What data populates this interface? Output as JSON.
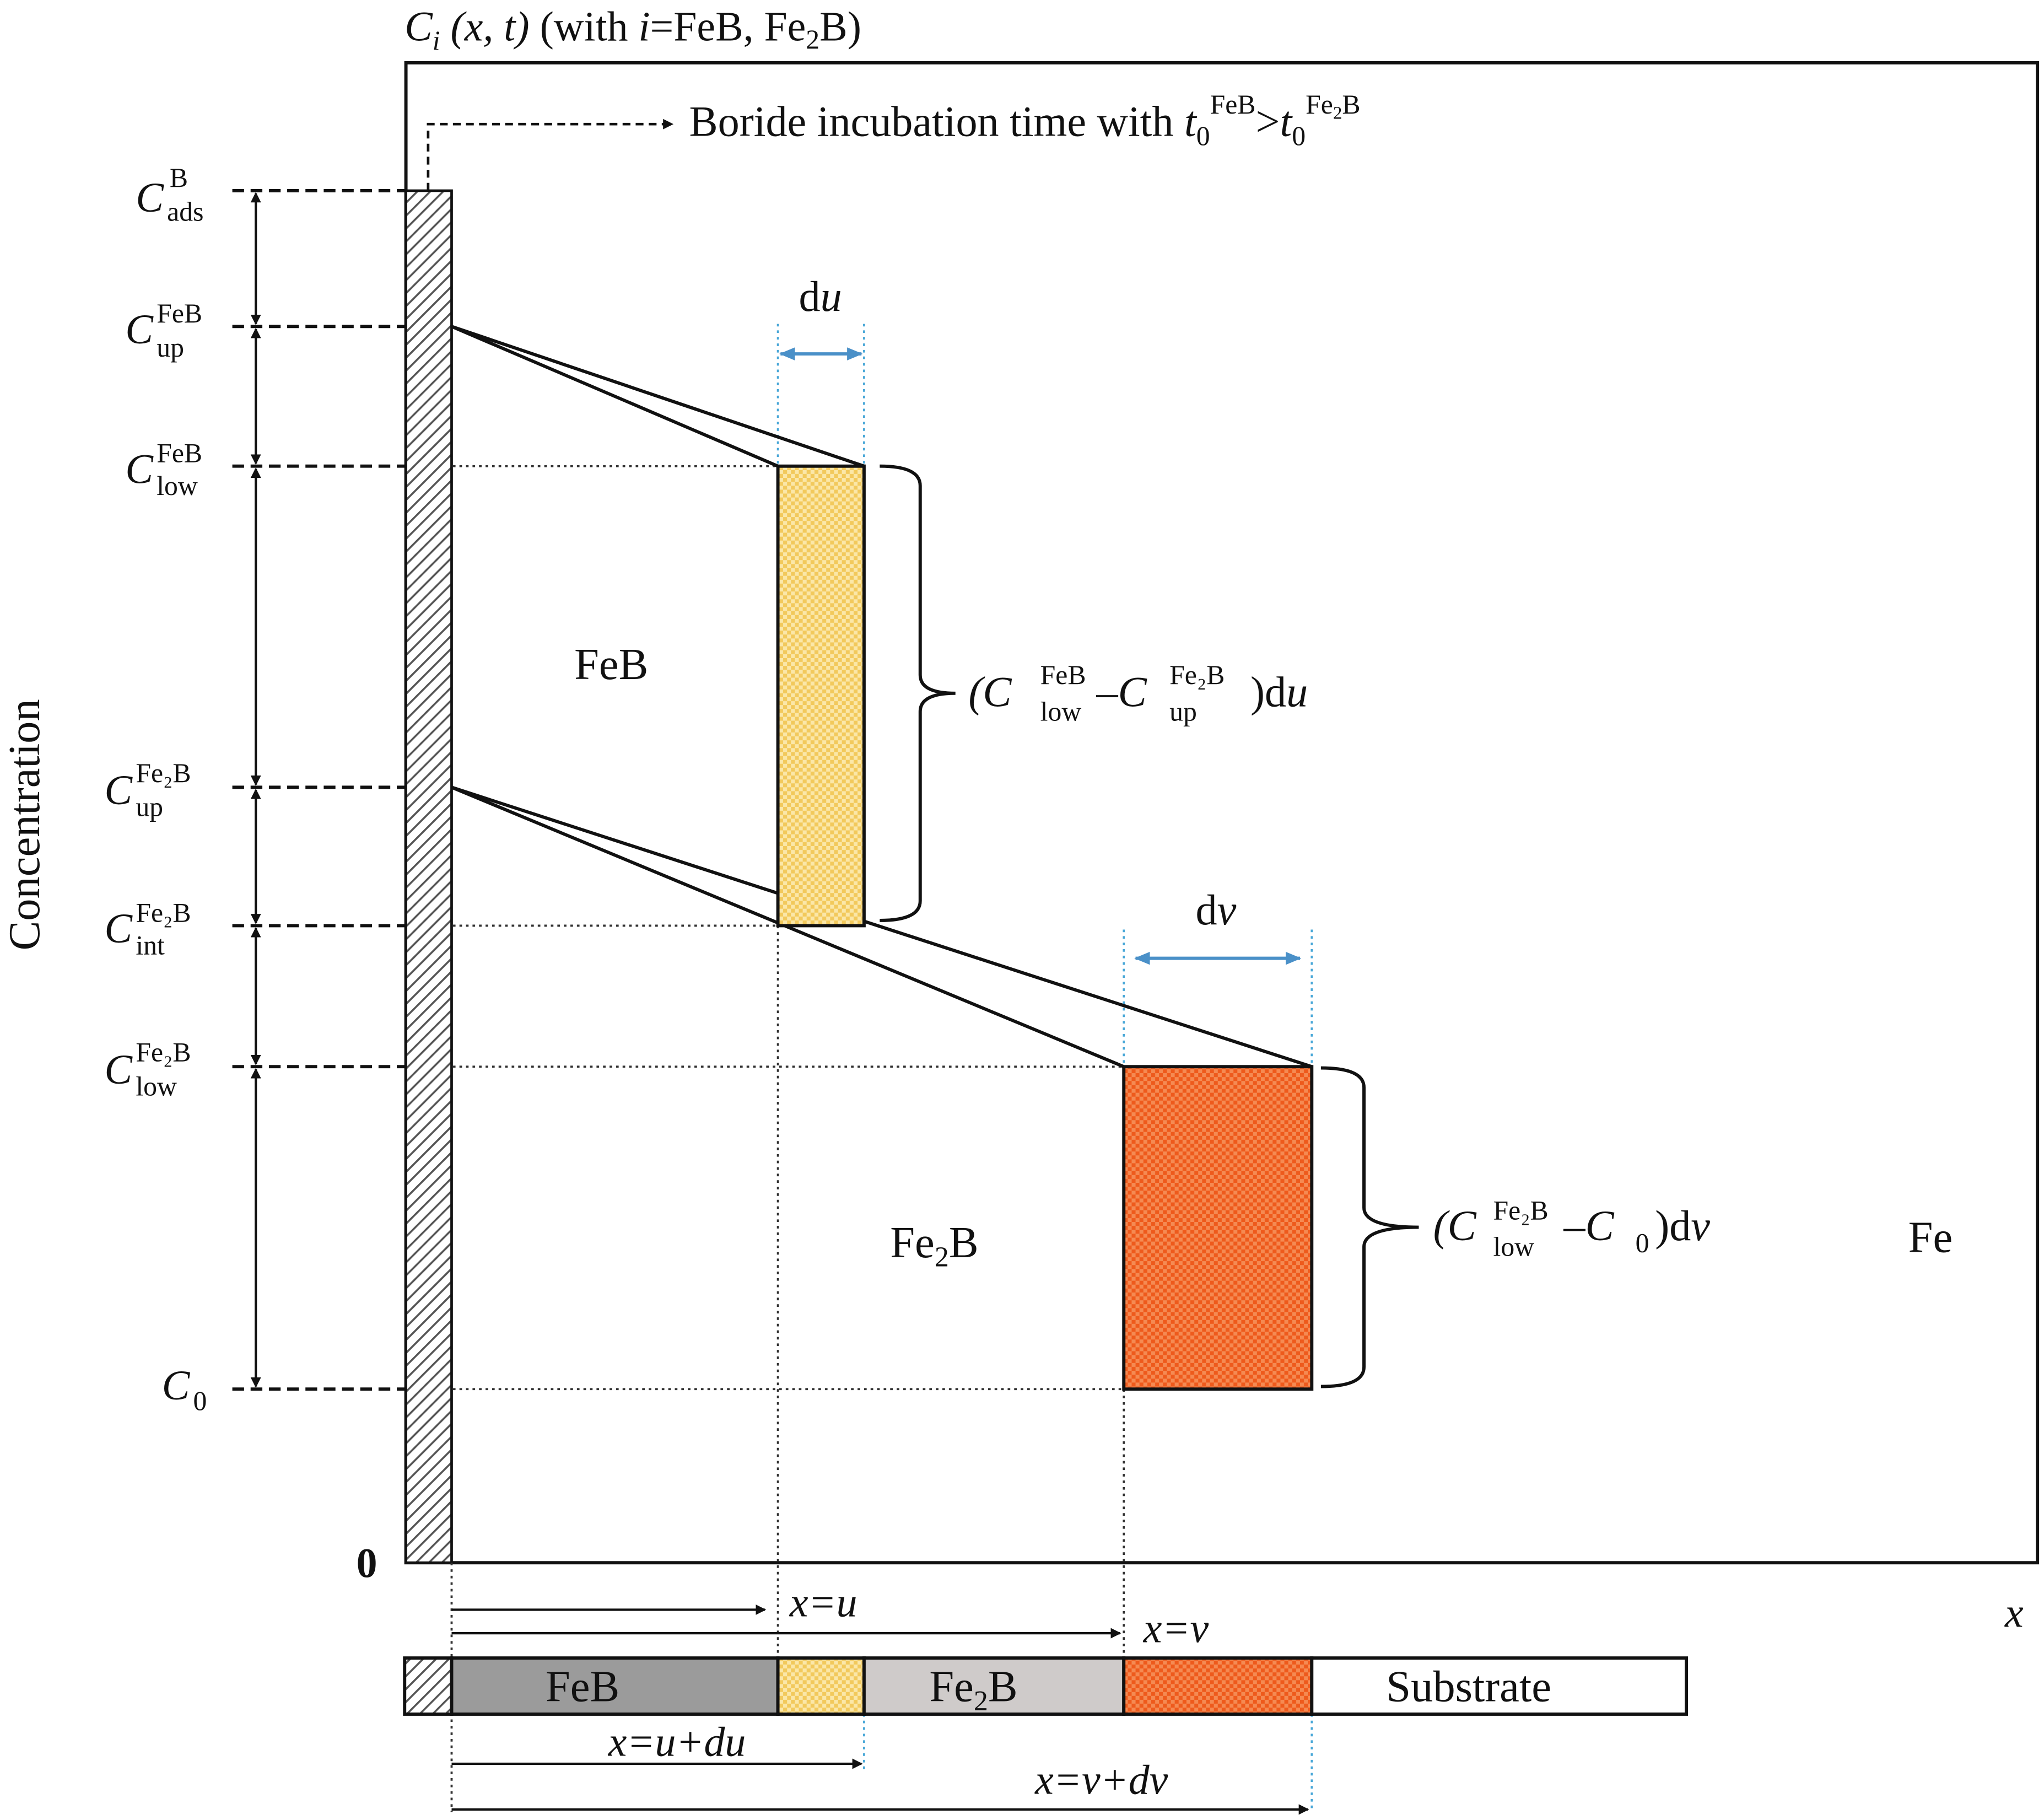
{
  "header": {
    "c": "C",
    "i": "i",
    "args": "(x, t)",
    "with": "(with ",
    "i2": "i",
    "eq": "=FeB, Fe",
    "two": "2",
    "tail": "B)"
  },
  "incubation": {
    "text": "Boride incubation time with ",
    "t": "t",
    "zero": "0",
    "sup1": "FeB",
    "gt": ">",
    "sup2": "Fe",
    "sup2_two": "2",
    "sup2_tail": "B"
  },
  "y_axis": {
    "label": "Concentration",
    "zero": "0"
  },
  "x_axis": {
    "label": "x"
  },
  "levels": [
    {
      "id": "ads",
      "main": "C",
      "sub": "ads",
      "sup": "B"
    },
    {
      "id": "up-feb",
      "main": "C",
      "sub": "up",
      "sup": "FeB"
    },
    {
      "id": "low-feb",
      "main": "C",
      "sub": "low",
      "sup": "FeB"
    },
    {
      "id": "up-fe2b",
      "main": "C",
      "sub": "up",
      "sup": "Fe₂B"
    },
    {
      "id": "int-fe2b",
      "main": "C",
      "sub": "int",
      "sup": "Fe₂B"
    },
    {
      "id": "low-fe2b",
      "main": "C",
      "sub": "low",
      "sup": "Fe₂B"
    },
    {
      "id": "c0",
      "main": "C",
      "sub": "0",
      "sup": ""
    }
  ],
  "regions": {
    "feb": "FeB",
    "fe2b_main": "Fe",
    "fe2b_sub": "2",
    "fe2b_tail": "B",
    "fe": "Fe"
  },
  "increments": {
    "du_d": "d",
    "du_u": "u",
    "dv_d": "d",
    "dv_v": "v"
  },
  "brace_labels": {
    "feb_open": "(C",
    "feb_sup1": "FeB",
    "feb_sub1": "low",
    "feb_minus": "–C",
    "feb_sup2": "Fe₂B",
    "feb_sub2": "up",
    "feb_close": ")d",
    "feb_u": "u",
    "fe2b_open": "(C",
    "fe2b_sup1": "Fe₂B",
    "fe2b_sub1": "low",
    "fe2b_minus": "–C",
    "fe2b_sub2": "0",
    "fe2b_close": ")d",
    "fe2b_v": "v"
  },
  "positions": {
    "x_u": "x=u",
    "x_v": "x=v",
    "x_udu": "x=u+du",
    "x_vdv": "x=v+dv"
  },
  "bar": {
    "feb": "FeB",
    "fe2b_main": "Fe",
    "fe2b_sub": "2",
    "fe2b_tail": "B",
    "substrate": "Substrate"
  },
  "colors": {
    "feb_increment": "#f7dc8c",
    "fe2b_increment": "#f26b2c",
    "feb_bar": "#9b9b9b",
    "fe2b_bar": "#cfcbca",
    "dimension_arrow": "#4a90c8",
    "guide": "#4aa8d8"
  }
}
